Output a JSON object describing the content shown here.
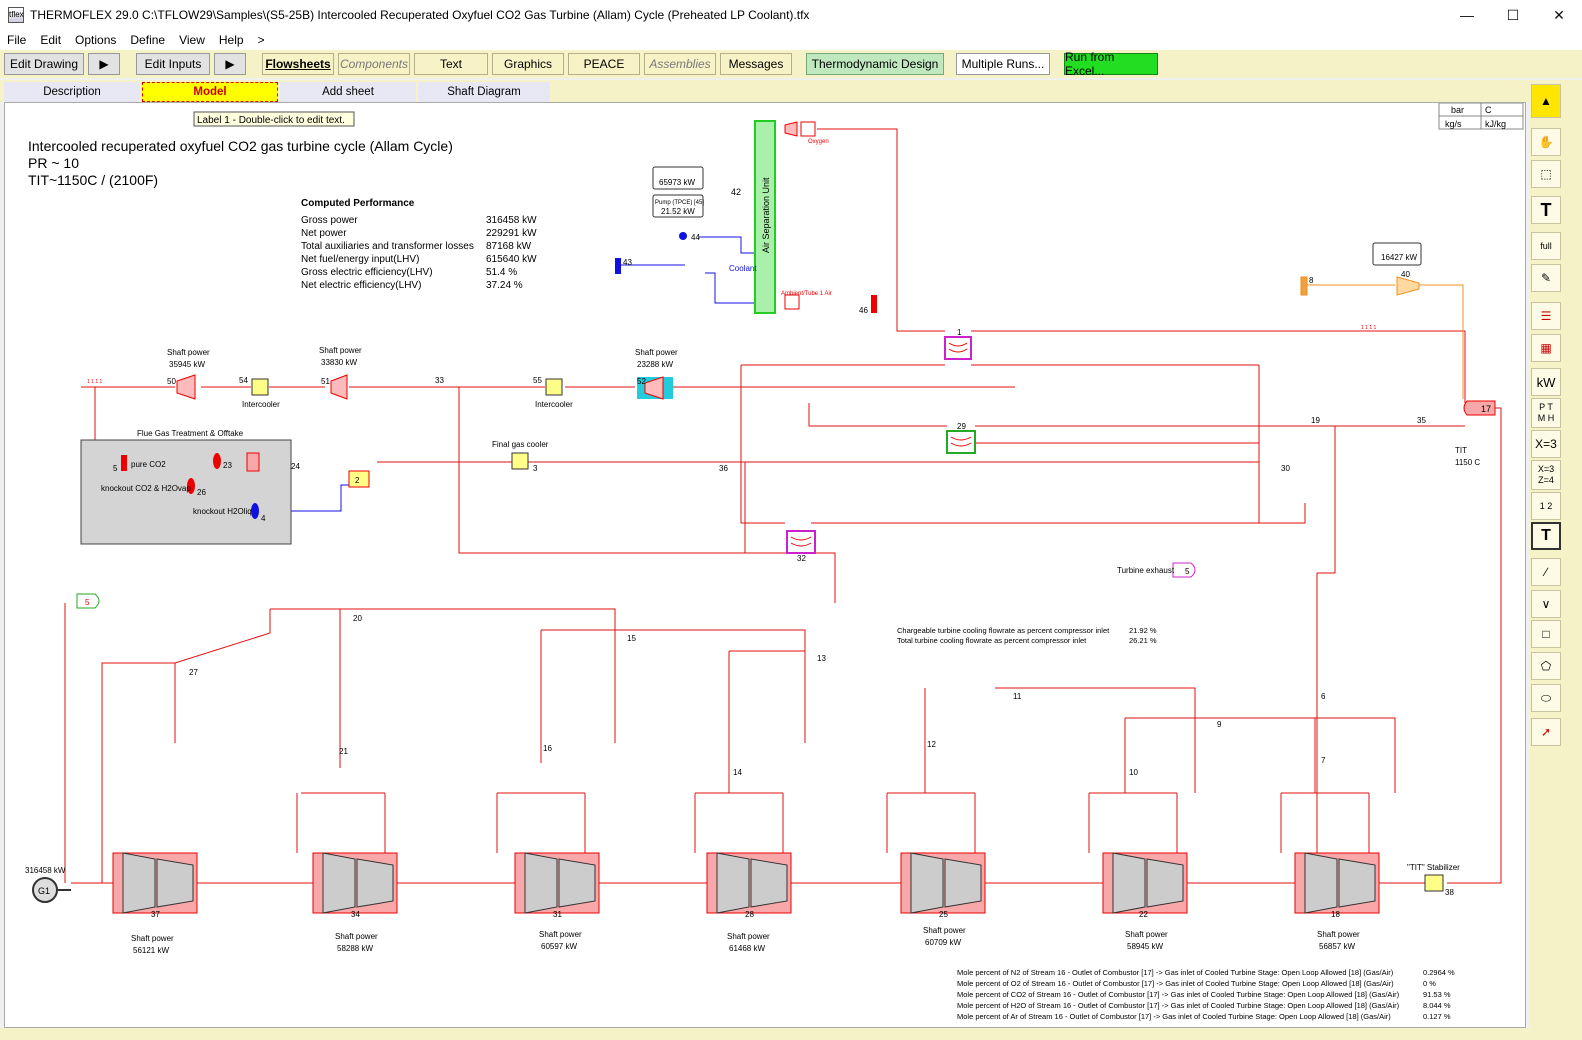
{
  "window": {
    "title": "THERMOFLEX 29.0   C:\\TFLOW29\\Samples\\(S5-25B) Intercooled Recuperated Oxyfuel CO2 Gas Turbine (Allam) Cycle (Preheated LP Coolant).tfx",
    "icon": "tflex"
  },
  "menu": [
    "File",
    "Edit",
    "Options",
    "Define",
    "View",
    "Help",
    ">"
  ],
  "toolbar": {
    "edit_drawing": "Edit Drawing",
    "edit_inputs": "Edit Inputs",
    "flowsheets": "Flowsheets",
    "components": "Components",
    "text": "Text",
    "graphics": "Graphics",
    "peace": "PEACE",
    "assemblies": "Assemblies",
    "messages": "Messages",
    "thermo_design": "Thermodynamic Design",
    "multiple_runs": "Multiple Runs...",
    "run_excel": "Run from Excel..."
  },
  "tabs": [
    "Description",
    "Model",
    "Add sheet",
    "Shaft Diagram"
  ],
  "units": {
    "pressure": "bar",
    "temperature": "C",
    "flow": "kg/s",
    "enthalpy": "kJ/kg"
  },
  "label_hint": "Label 1 - Double-click to edit text.",
  "heading": [
    "Intercooled recuperated oxyfuel CO2 gas turbine cycle (Allam Cycle)",
    "PR ~ 10",
    "TIT~1150C / (2100F)"
  ],
  "performance": {
    "title": "Computed Performance",
    "rows": [
      [
        "Gross power",
        "316458 kW"
      ],
      [
        "Net power",
        "229291 kW"
      ],
      [
        "Total auxiliaries and transformer losses",
        "87168 kW"
      ],
      [
        "Net fuel/energy input(LHV)",
        "615640 kW"
      ],
      [
        "Gross electric efficiency(LHV)",
        "51.4 %"
      ],
      [
        "Net electric efficiency(LHV)",
        "37.24 %"
      ]
    ]
  },
  "asu": {
    "label": "Air Separation Unit",
    "power": "65973 kW",
    "pump_label": "Pump (TPCE) [45]",
    "pump_power": "21.52 kW",
    "coolant": "Coolant",
    "oxygen": "Oxygen",
    "ambient": "Ambient/Tube 1 Air"
  },
  "fuel_comp": {
    "power": "16427 kW"
  },
  "compressors": [
    {
      "title": "Shaft power",
      "power": "35945 kW",
      "num": "50"
    },
    {
      "title": "Shaft power",
      "power": "33830 kW",
      "num": "51"
    },
    {
      "title": "Shaft power",
      "power": "23288 kW",
      "num": "52"
    }
  ],
  "intercooler": "Intercooler",
  "flue": {
    "title": "Flue Gas Treatment & Offtake",
    "pure": "pure CO2",
    "knockout": "knockout CO2 & H2Ovap",
    "h2o": "knockout H2Oliq"
  },
  "final_cooler": "Final gas cooler",
  "turbine_exhaust": "Turbine exhaust",
  "tit": {
    "label": "TIT",
    "value": "1150 C"
  },
  "tit_stab": "\"TIT\" Stabilizer",
  "cooling": [
    [
      "Chargeable turbine cooling flowrate as percent compressor inlet",
      "21.92 %"
    ],
    [
      "Total turbine cooling flowrate as percent compressor inlet",
      "26.21 %"
    ]
  ],
  "generator": {
    "power": "316458 kW",
    "label": "G1"
  },
  "turbines": [
    {
      "num": "37",
      "title": "Shaft power",
      "power": "56121 kW"
    },
    {
      "num": "34",
      "title": "Shaft power",
      "power": "58288 kW"
    },
    {
      "num": "31",
      "title": "Shaft power",
      "power": "60597 kW"
    },
    {
      "num": "28",
      "title": "Shaft power",
      "power": "61468 kW"
    },
    {
      "num": "25",
      "title": "Shaft power",
      "power": "60709 kW"
    },
    {
      "num": "22",
      "title": "Shaft power",
      "power": "58945 kW"
    },
    {
      "num": "18",
      "title": "Shaft power",
      "power": "56857 kW"
    }
  ],
  "mole": [
    [
      "Mole percent of N2 of Stream 16 - Outlet of Combustor [17] -> Gas inlet of Cooled Turbine Stage: Open Loop Allowed [18] (Gas/Air)",
      "0.2964 %"
    ],
    [
      "Mole percent of O2 of Stream 16 - Outlet of Combustor [17] -> Gas inlet of Cooled Turbine Stage: Open Loop Allowed [18] (Gas/Air)",
      "0 %"
    ],
    [
      "Mole percent of CO2 of Stream 16 - Outlet of Combustor [17] -> Gas inlet of Cooled Turbine Stage: Open Loop Allowed [18] (Gas/Air)",
      "91.53 %"
    ],
    [
      "Mole percent of H2O of Stream 16 - Outlet of Combustor [17] -> Gas inlet of Cooled Turbine Stage: Open Loop Allowed [18] (Gas/Air)",
      "8.044 %"
    ],
    [
      "Mole percent of Ar of Stream 16 - Outlet of Combustor [17] -> Gas inlet of Cooled Turbine Stage: Open Loop Allowed [18] (Gas/Air)",
      "0.127 %"
    ]
  ],
  "node_labels": [
    "1",
    "2",
    "3",
    "4",
    "5",
    "6",
    "7",
    "8",
    "9",
    "10",
    "11",
    "12",
    "13",
    "14",
    "15",
    "16",
    "17",
    "19",
    "20",
    "21",
    "23",
    "24",
    "26",
    "27",
    "29",
    "30",
    "32",
    "33",
    "35",
    "36",
    "38",
    "40",
    "42",
    "43",
    "44",
    "46",
    "54",
    "55"
  ],
  "stream_labels": {
    "s1": "10",
    "s2": "33",
    "s3": "36",
    "s4": "19",
    "s5": "35",
    "s6": "30",
    "s7": "20",
    "s8": "27",
    "s9": "15",
    "s10": "13",
    "s11": "11",
    "s12": "9",
    "s13": "6",
    "s14": "7",
    "s15": "21",
    "s16": "16",
    "s17": "14",
    "s18": "12",
    "s19": "10"
  },
  "rtools": [
    "hand-icon",
    "select-icon",
    "text-tool-icon",
    "zoom-full-icon",
    "pen-icon",
    "flow-icon",
    "grid-icon",
    "kw-icon",
    "pt-mh-icon",
    "x3-icon",
    "x3z4-icon",
    "p12-icon",
    "t-icon",
    "line-icon",
    "polyline-icon",
    "rect-icon",
    "poly-icon",
    "ellipse-icon",
    "cursor-icon"
  ],
  "rtool_text": {
    "kw": "kW",
    "pt": "P T",
    "mh": "M H",
    "x3": "X=3",
    "x3z": "X=3",
    "z4": "Z=4",
    "p12": "1 2",
    "t": "T",
    "full": "full"
  }
}
